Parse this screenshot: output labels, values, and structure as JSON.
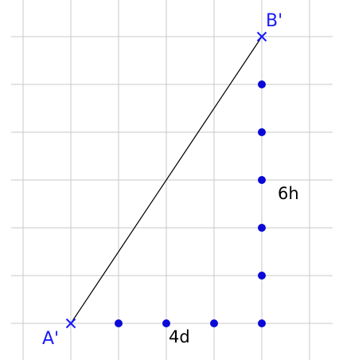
{
  "colors": {
    "point": "#1a1aff",
    "dot": "#0a0ad8",
    "segment": "#000000",
    "grid": "#c8c8c8",
    "background": "#ffffff"
  },
  "grid": {
    "columns": 7,
    "rows": 7
  },
  "points": [
    {
      "label": "A'",
      "gx": 1,
      "gy": 0
    },
    {
      "label": "B'",
      "gx": 5,
      "gy": 6
    }
  ],
  "horizontal_dots": [
    {
      "gx": 2,
      "gy": 0
    },
    {
      "gx": 3,
      "gy": 0
    },
    {
      "gx": 4,
      "gy": 0
    },
    {
      "gx": 5,
      "gy": 0
    }
  ],
  "vertical_dots": [
    {
      "gx": 5,
      "gy": 1
    },
    {
      "gx": 5,
      "gy": 2
    },
    {
      "gx": 5,
      "gy": 3
    },
    {
      "gx": 5,
      "gy": 4
    },
    {
      "gx": 5,
      "gy": 5
    }
  ],
  "labels": {
    "horizontal": "4d",
    "vertical": "6h"
  }
}
